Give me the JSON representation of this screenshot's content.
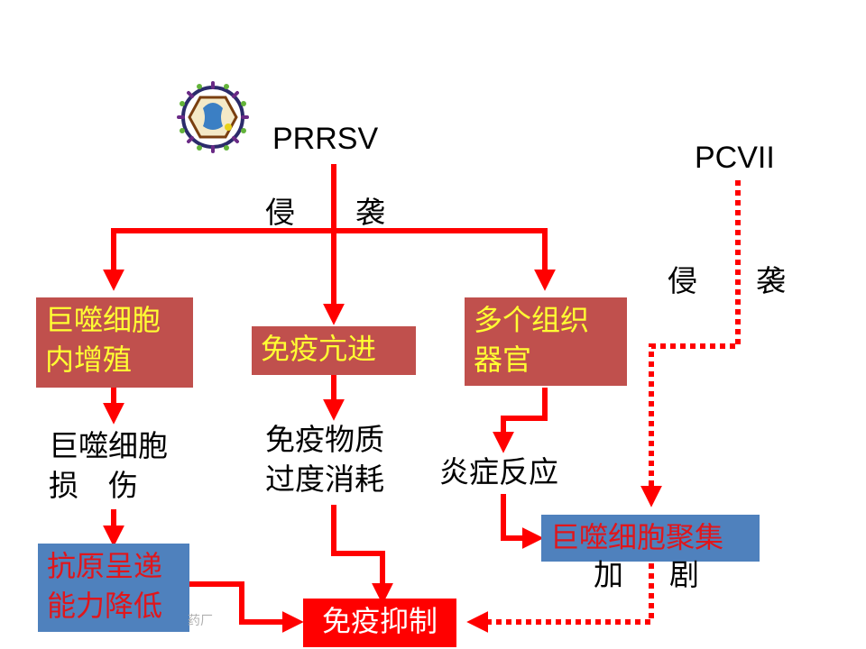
{
  "nodes": {
    "prrsv": "PRRSV",
    "pcv": "PCVII",
    "invade_left": [
      "侵",
      "袭"
    ],
    "invade_right": [
      "侵",
      "袭"
    ],
    "macro_prolif": [
      "巨噬细胞",
      "内增殖"
    ],
    "immune_hyper": "免疫亢进",
    "multi_organ": [
      "多个组织",
      "器官"
    ],
    "macro_damage": [
      "巨噬细胞",
      "损　伤"
    ],
    "immune_consume": [
      "免疫物质",
      "过度消耗"
    ],
    "inflammation": "炎症反应",
    "antigen_present": [
      "抗原呈递",
      "能力降低"
    ],
    "macro_gather": "巨噬细胞聚集",
    "aggravate": [
      "加",
      "剧"
    ],
    "immune_suppress": "免疫抑制"
  },
  "watermark": "药厂",
  "colors": {
    "arrow_red": "#ff0000",
    "box_brown": "#c0504d",
    "box_brown_text": "#ffff33",
    "box_red": "#ff0000",
    "box_blue": "#4f81bd",
    "box_blue_text": "#e0161b"
  }
}
